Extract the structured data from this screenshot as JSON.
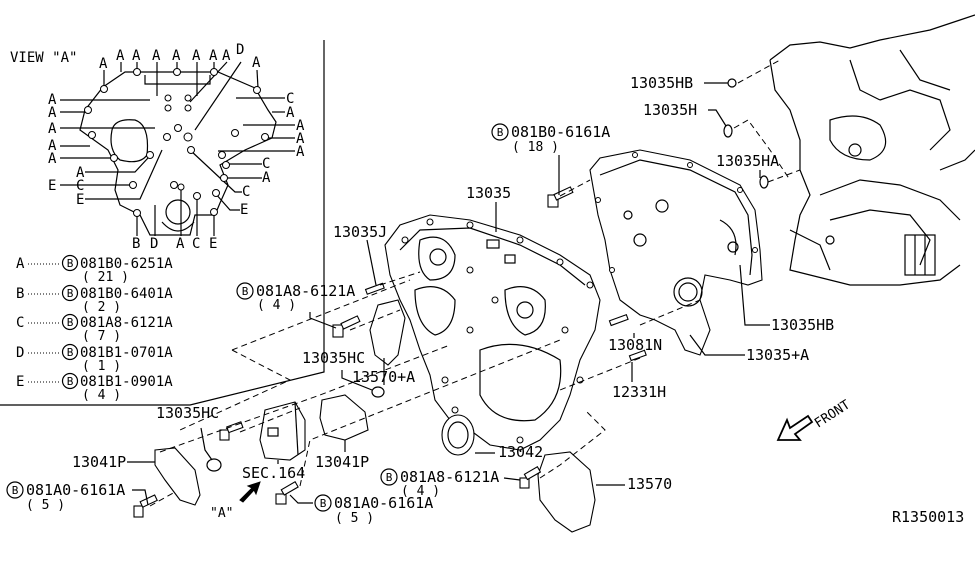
{
  "diagram": {
    "title": "Front cover, vacuum pump and fitting",
    "drawing_id": "R1350013",
    "direction_label": "FRONT",
    "view_ref": "\"A\"",
    "sec_ref": "SEC.164"
  },
  "view_a": {
    "title": "VIEW \"A\"",
    "top_letters": [
      "A",
      "A",
      "A",
      "A",
      "A",
      "A",
      "A",
      "A",
      "D",
      "A"
    ],
    "left_letters": [
      "A",
      "A",
      "A",
      "A",
      "A",
      "A",
      "C",
      "E",
      "E"
    ],
    "right_letters": [
      "C",
      "A",
      "A",
      "A",
      "A",
      "C",
      "A",
      "C",
      "E"
    ],
    "bottom_letters": [
      "B",
      "D",
      "A",
      "C",
      "E"
    ]
  },
  "legend": [
    {
      "key": "A",
      "circle": "B",
      "part": "081B0-6251A",
      "qty": "( 21 )"
    },
    {
      "key": "B",
      "circle": "B",
      "part": "081B0-6401A",
      "qty": "( 2 )"
    },
    {
      "key": "C",
      "circle": "B",
      "part": "081A8-6121A",
      "qty": "( 7 )"
    },
    {
      "key": "D",
      "circle": "B",
      "part": "081B1-0701A",
      "qty": "( 1 )"
    },
    {
      "key": "E",
      "circle": "B",
      "part": "081B1-0901A",
      "qty": "( 4 )"
    }
  ],
  "callouts": {
    "p13035HB_top": "13035HB",
    "p13035H": "13035H",
    "p13035HA": "13035HA",
    "bolt_18": {
      "circle": "B",
      "part": "081B0-6161A",
      "qty": "( 18 )"
    },
    "p13035": "13035",
    "p13035J": "13035J",
    "bolt_4a": {
      "circle": "B",
      "part": "081A8-6121A",
      "qty": "( 4 )"
    },
    "p13035HC_mid": "13035HC",
    "p13570A": "13570+A",
    "p13035HB_right": "13035HB",
    "p13081N": "13081N",
    "p13035A": "13035+A",
    "p12331H": "12331H",
    "p13035HC_low": "13035HC",
    "p13041P_left": "13041P",
    "p13041P_right": "13041P",
    "bolt_5a": {
      "circle": "B",
      "part": "081A0-6161A",
      "qty": "( 5 )"
    },
    "bolt_5b": {
      "circle": "B",
      "part": "081A0-6161A",
      "qty": "( 5 )"
    },
    "p13042": "13042",
    "bolt_4b": {
      "circle": "B",
      "part": "081A8-6121A",
      "qty": "( 4 )"
    },
    "p13570": "13570"
  }
}
